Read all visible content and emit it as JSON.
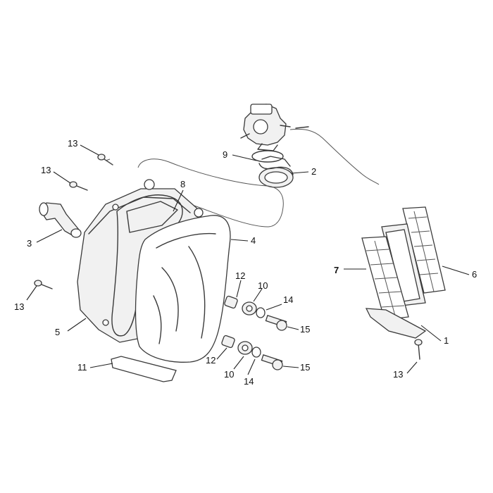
{
  "callouts": [
    {
      "id": "c1",
      "text": "13"
    },
    {
      "id": "c2",
      "text": "13"
    },
    {
      "id": "c3",
      "text": "3"
    },
    {
      "id": "c4",
      "text": "13"
    },
    {
      "id": "c5",
      "text": "5"
    },
    {
      "id": "c6",
      "text": "11"
    },
    {
      "id": "c7",
      "text": "8"
    },
    {
      "id": "c8",
      "text": "9"
    },
    {
      "id": "c9",
      "text": "2"
    },
    {
      "id": "c10",
      "text": "4"
    },
    {
      "id": "c11",
      "text": "12"
    },
    {
      "id": "c12",
      "text": "10"
    },
    {
      "id": "c13",
      "text": "14"
    },
    {
      "id": "c14",
      "text": "15"
    },
    {
      "id": "c15",
      "text": "12"
    },
    {
      "id": "c16",
      "text": "10"
    },
    {
      "id": "c17",
      "text": "14"
    },
    {
      "id": "c18",
      "text": "15"
    },
    {
      "id": "c19",
      "text": "7"
    },
    {
      "id": "c20",
      "text": "6"
    },
    {
      "id": "c21",
      "text": "1"
    },
    {
      "id": "c22",
      "text": "13"
    }
  ]
}
